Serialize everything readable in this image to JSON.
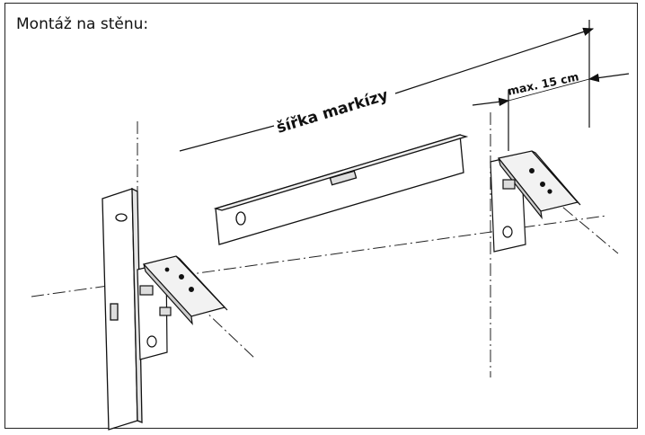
{
  "caption": "Montáž na stěnu:",
  "labels": {
    "awning_width": "šířka markízy",
    "max_offset": "max. 15 cm"
  }
}
